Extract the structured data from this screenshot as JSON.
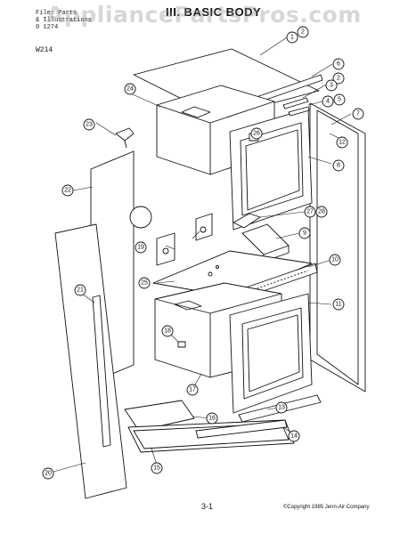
{
  "header": {
    "lines": [
      "File: Parts",
      "& Illustrations",
      "0 1274"
    ],
    "title": "III. BASIC BODY",
    "model": "W214",
    "watermark": "AppliancePartsPros.com"
  },
  "footer": {
    "page": "3-1",
    "copyright": "©Copyright 1985 Jenn-Air Company"
  },
  "colors": {
    "line": "#111111",
    "paper": "#ffffff",
    "watermark": "#9a9a9a"
  },
  "callouts": [
    "1",
    "2",
    "3",
    "4",
    "5",
    "6",
    "7",
    "8",
    "9",
    "10",
    "11",
    "12",
    "13",
    "14",
    "15",
    "16",
    "17",
    "18",
    "19",
    "20",
    "21",
    "22",
    "23",
    "24",
    "25",
    "26",
    "27",
    "28"
  ]
}
